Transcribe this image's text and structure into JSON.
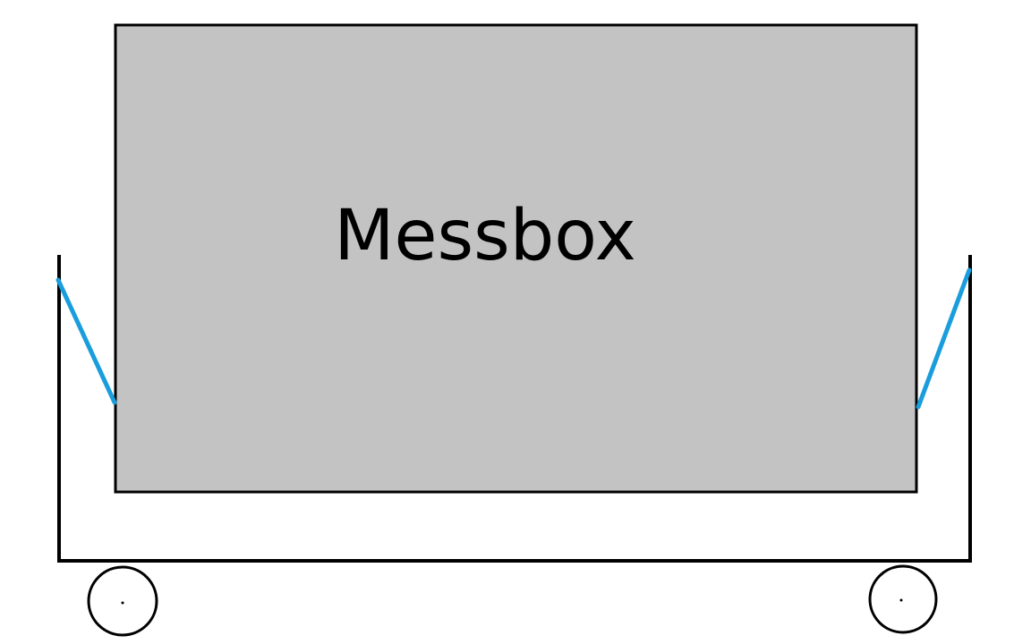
{
  "box": {
    "label": "Messbox",
    "fill_color": "#c3c3c3",
    "outline_color": "#000000"
  },
  "cart": {
    "frame_color": "#000000",
    "wheel_count": 2
  },
  "straps": {
    "color": "#1a9ddc",
    "count": 2
  }
}
